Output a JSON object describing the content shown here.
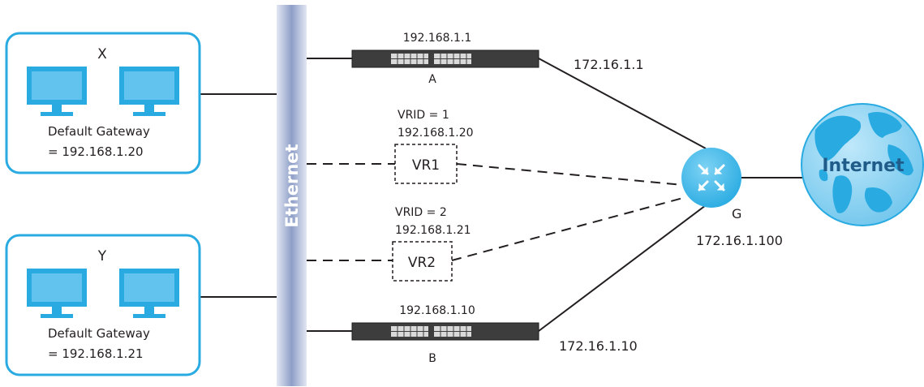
{
  "groups": {
    "x": {
      "name": "X",
      "gateway_label": "Default Gateway",
      "gateway_value": "= 192.168.1.20"
    },
    "y": {
      "name": "Y",
      "gateway_label": "Default Gateway",
      "gateway_value": "= 192.168.1.21"
    }
  },
  "ethernet": {
    "label": "Ethernet"
  },
  "switches": {
    "a": {
      "name": "A",
      "ip": "192.168.1.1",
      "wan_ip": "172.16.1.1"
    },
    "b": {
      "name": "B",
      "ip": "192.168.1.10",
      "wan_ip": "172.16.1.10"
    }
  },
  "virtual_routers": {
    "vr1": {
      "name": "VR1",
      "vrid": "VRID = 1",
      "ip": "192.168.1.20"
    },
    "vr2": {
      "name": "VR2",
      "vrid": "VRID = 2",
      "ip": "192.168.1.21"
    }
  },
  "gateway_router": {
    "name": "G",
    "ip": "172.16.1.100"
  },
  "internet": {
    "label": "Internet"
  },
  "colors": {
    "box_border": "#29abe2",
    "monitor": "#29abe2",
    "ethernet_bar_top": "#eef0f7",
    "ethernet_bar_mid": "#8fa0c8",
    "router": "#29abe2",
    "globe": "#29abe2",
    "line": "#231f20"
  }
}
